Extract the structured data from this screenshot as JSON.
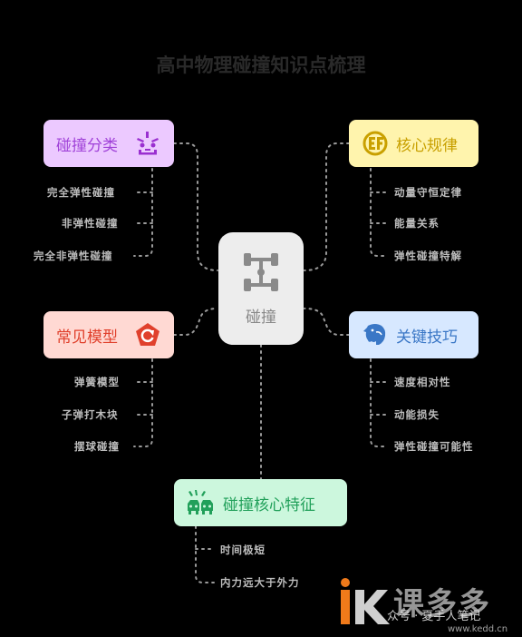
{
  "title": "高中物理碰撞知识点梳理",
  "center": {
    "label": "碰撞",
    "icon": "drivetrain-icon"
  },
  "branches": {
    "collision_types": {
      "label": "碰撞分类",
      "icon": "face-icon",
      "color": "#ecc9ff",
      "text_color": "#a042d8",
      "items": [
        "完全弹性碰撞",
        "非弹性碰撞",
        "完全非弹性碰撞"
      ]
    },
    "core_laws": {
      "label": "核心规律",
      "icon": "ef-logo-icon",
      "color": "#fff4ad",
      "text_color": "#c8a000",
      "items": [
        "动量守恒定律",
        "能量关系",
        "弹性碰撞特解"
      ]
    },
    "common_models": {
      "label": "常见模型",
      "icon": "refresh-pentagon-icon",
      "color": "#ffd9d3",
      "text_color": "#e0402c",
      "items": [
        "弹簧模型",
        "子弹打木块",
        "摆球碰撞"
      ]
    },
    "key_skills": {
      "label": "关键技巧",
      "icon": "elephant-icon",
      "color": "#d7e8ff",
      "text_color": "#3a77c6",
      "items": [
        "速度相对性",
        "动能损失",
        "弹性碰撞可能性"
      ]
    },
    "features": {
      "label": "碰撞核心特征",
      "icon": "car-crash-icon",
      "color": "#ccf7dd",
      "text_color": "#21a05a",
      "items": [
        "时间极短",
        "内力远大于外力"
      ]
    }
  },
  "watermark": {
    "brand": "课多多",
    "site": "www.kedd.cn",
    "account": "众号 · 夏手人笔记"
  }
}
